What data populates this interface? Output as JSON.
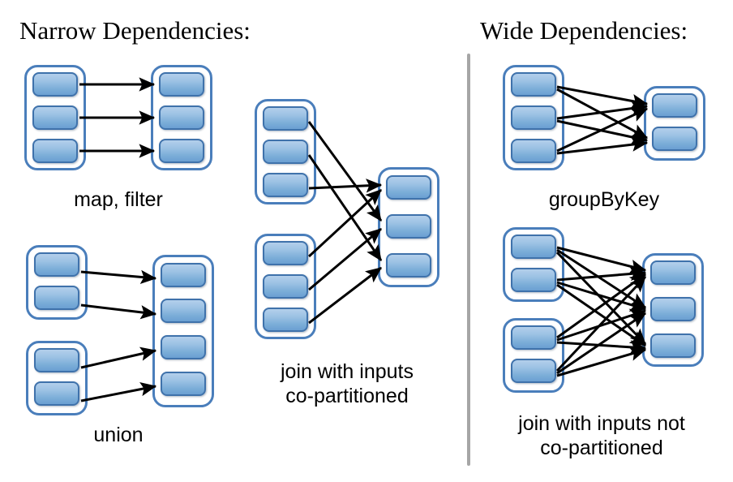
{
  "figure": {
    "title_left": "Narrow Dependencies:",
    "title_right": "Wide Dependencies:",
    "background_color": "#ffffff",
    "cell_color": "#9cc2e4",
    "cell_border_color": "#3f72ab",
    "container_border_color": "#4a7ebb",
    "arrow_color": "#000000",
    "divider_color": "#a6a6a6"
  },
  "captions": {
    "map_filter": "map, filter",
    "union": "union",
    "join_co_partitioned_line1": "join with inputs",
    "join_co_partitioned_line2": "co-partitioned",
    "group_by_key": "groupByKey",
    "join_not_co_partitioned_line1": "join with inputs not",
    "join_not_co_partitioned_line2": "co-partitioned"
  },
  "diagrams": [
    {
      "name": "map-filter",
      "caption": "map, filter",
      "side": "narrow",
      "source_partitions": [
        {
          "cells": 3
        }
      ],
      "target_partitions": [
        {
          "cells": 3
        }
      ],
      "edges": [
        [
          0,
          0
        ],
        [
          1,
          1
        ],
        [
          2,
          2
        ]
      ],
      "edge_count": 3,
      "dependency_type": "one-to-one"
    },
    {
      "name": "union",
      "caption": "union",
      "side": "narrow",
      "source_partitions": [
        {
          "cells": 2
        },
        {
          "cells": 2
        }
      ],
      "target_partitions": [
        {
          "cells": 4
        }
      ],
      "edges": [
        [
          0,
          0
        ],
        [
          1,
          1
        ],
        [
          2,
          2
        ],
        [
          3,
          3
        ]
      ],
      "edge_count": 4,
      "dependency_type": "one-to-one"
    },
    {
      "name": "join-co-partitioned",
      "caption": "join with inputs co-partitioned",
      "side": "narrow",
      "source_partitions": [
        {
          "cells": 3
        },
        {
          "cells": 3
        }
      ],
      "target_partitions": [
        {
          "cells": 3
        }
      ],
      "edges": [
        [
          0,
          1
        ],
        [
          1,
          2
        ],
        [
          2,
          0
        ],
        [
          3,
          0
        ],
        [
          4,
          1
        ],
        [
          5,
          2
        ]
      ],
      "edge_count": 6,
      "dependency_type": "one-to-one-partitioned"
    },
    {
      "name": "group-by-key",
      "caption": "groupByKey",
      "side": "wide",
      "source_partitions": [
        {
          "cells": 3
        }
      ],
      "target_partitions": [
        {
          "cells": 2
        }
      ],
      "edges": [
        [
          0,
          0
        ],
        [
          0,
          1
        ],
        [
          1,
          0
        ],
        [
          1,
          1
        ],
        [
          2,
          0
        ],
        [
          2,
          1
        ]
      ],
      "edge_count": 6,
      "dependency_type": "all-to-all"
    },
    {
      "name": "join-not-co-partitioned",
      "caption": "join with inputs not co-partitioned",
      "side": "wide",
      "source_partitions": [
        {
          "cells": 2
        },
        {
          "cells": 2
        }
      ],
      "target_partitions": [
        {
          "cells": 3
        }
      ],
      "edges": [
        [
          0,
          0
        ],
        [
          0,
          1
        ],
        [
          0,
          2
        ],
        [
          1,
          0
        ],
        [
          1,
          1
        ],
        [
          1,
          2
        ],
        [
          2,
          0
        ],
        [
          2,
          1
        ],
        [
          2,
          2
        ],
        [
          3,
          0
        ],
        [
          3,
          1
        ],
        [
          3,
          2
        ]
      ],
      "edge_count": 12,
      "dependency_type": "all-to-all"
    }
  ]
}
